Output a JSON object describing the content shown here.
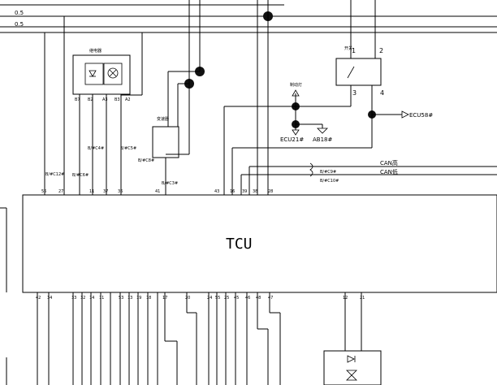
{
  "main_unit": {
    "label": "TCU"
  },
  "top_wires": [
    "0.5",
    "0.5"
  ],
  "signals": {
    "can_hi": "CAN高",
    "can_lo": "CAN低",
    "ecu21": "ECU21#",
    "ab18": "AB18#",
    "ecu58": "ECU58#"
  },
  "relay_pins": {
    "p1": "1",
    "p2": "2",
    "p3": "3",
    "p4": "4"
  },
  "connector_labels": {
    "c5": "B/#C5#",
    "c4": "B/#C4#",
    "c12": "B/#C12#",
    "c6": "B/#C6#",
    "c3": "B/#C3#",
    "c9": "B/#C9#",
    "c10": "B/#C10#",
    "c8": "B/#C8#"
  },
  "top_pins": [
    "56",
    "27",
    "11",
    "37",
    "36",
    "41",
    "43",
    "16",
    "39",
    "38",
    "28"
  ],
  "bottom_pins": [
    "42",
    "34",
    "33",
    "32",
    "14",
    "11",
    "53",
    "13",
    "19",
    "18",
    "17",
    "20",
    "24",
    "55",
    "25",
    "45",
    "46",
    "48",
    "47",
    "12",
    "21"
  ]
}
